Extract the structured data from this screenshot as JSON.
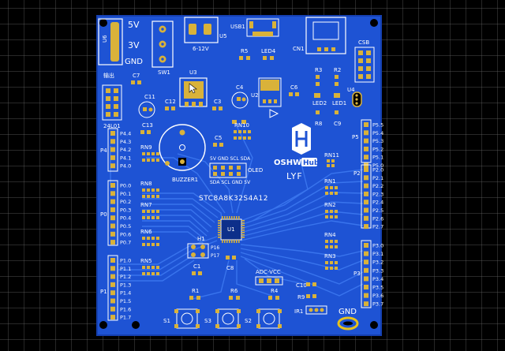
{
  "colors": {
    "background": "#000000",
    "grid": "#6b6b6b",
    "board": "#1e53d4",
    "board_edge": "#1540b0",
    "trace": "#3c78f0",
    "silk": "#ffffff",
    "pad": "#d9b23a",
    "outline_yellow": "#e8c21b"
  },
  "labels": {
    "v5": "5V",
    "v3": "3V",
    "gnd_left": "GND",
    "out_cn": "输出",
    "u6": "U6",
    "sw1": "SW1",
    "u5": "U5",
    "v6_12": "6-12V",
    "usb1": "USB1",
    "cn1": "CN1",
    "csb": "CSB",
    "r5": "R5",
    "led4": "LED4",
    "c7": "C7",
    "u3": "U3",
    "c4": "C4",
    "c6": "C6",
    "r3": "R3",
    "r2": "R2",
    "u4": "U4",
    "c11": "C11",
    "c12": "C12",
    "c3": "C3",
    "u2": "U2",
    "led2": "LED2",
    "led1": "LED1",
    "r8": "R8",
    "c9": "C9",
    "nrf": "24L01",
    "c13": "C13",
    "rn10": "RN10",
    "oshw": "OSHW",
    "hub": "Hub",
    "lyf": "LYF",
    "c5": "C5",
    "oled_top": "5V GND SCL SDA",
    "oled_bottom": "SDA SCL GND 5V",
    "oled": "OLED",
    "buzzer": "BUZZER1",
    "p4": "P4",
    "rn9": "RN9",
    "p5": "P5",
    "rn11": "RN11",
    "p2": "P2",
    "rn8": "RN8",
    "rn1": "RN1",
    "rn7": "RN7",
    "rn2": "RN2",
    "mcu": "STC8A8K32S4A12",
    "p0": "P0",
    "rn6": "RN6",
    "u1": "U1",
    "rn4": "RN4",
    "h1": "H1",
    "p16": "P16",
    "p17": "P17",
    "rn3": "RN3",
    "p3": "P3",
    "rn5": "RN5",
    "c8": "C8",
    "c1": "C1",
    "adc": "ADC-VCC",
    "p1": "P1",
    "c10": "C10",
    "r9": "R9",
    "ir1": "IR1",
    "r1": "R1",
    "r6": "R6",
    "r4": "R4",
    "gnd_right": "GND",
    "s1": "S1",
    "s3": "S3",
    "s2": "S2"
  },
  "pins": {
    "p4": [
      "P4.4",
      "P4.3",
      "P4.2",
      "P4.1",
      "P4.0"
    ],
    "p0": [
      "P0.0",
      "P0.1",
      "P0.2",
      "P0.3",
      "P0.4",
      "P0.5",
      "P0.6",
      "P0.7"
    ],
    "p1": [
      "P1.0",
      "P1.1",
      "P1.2",
      "P1.3",
      "P1.4",
      "P1.5",
      "P1.6",
      "P1.7"
    ],
    "p5": [
      "P5.5",
      "P5.4",
      "P5.3",
      "P5.2",
      "P5.1",
      "P5.0"
    ],
    "p2": [
      "P2.0",
      "P2.1",
      "P2.2",
      "P2.3",
      "P2.4",
      "P2.5",
      "P2.6",
      "P2.7"
    ],
    "p3": [
      "P3.0",
      "P3.1",
      "P3.2",
      "P3.3",
      "P3.4",
      "P3.5",
      "P3.6",
      "P3.7"
    ]
  }
}
